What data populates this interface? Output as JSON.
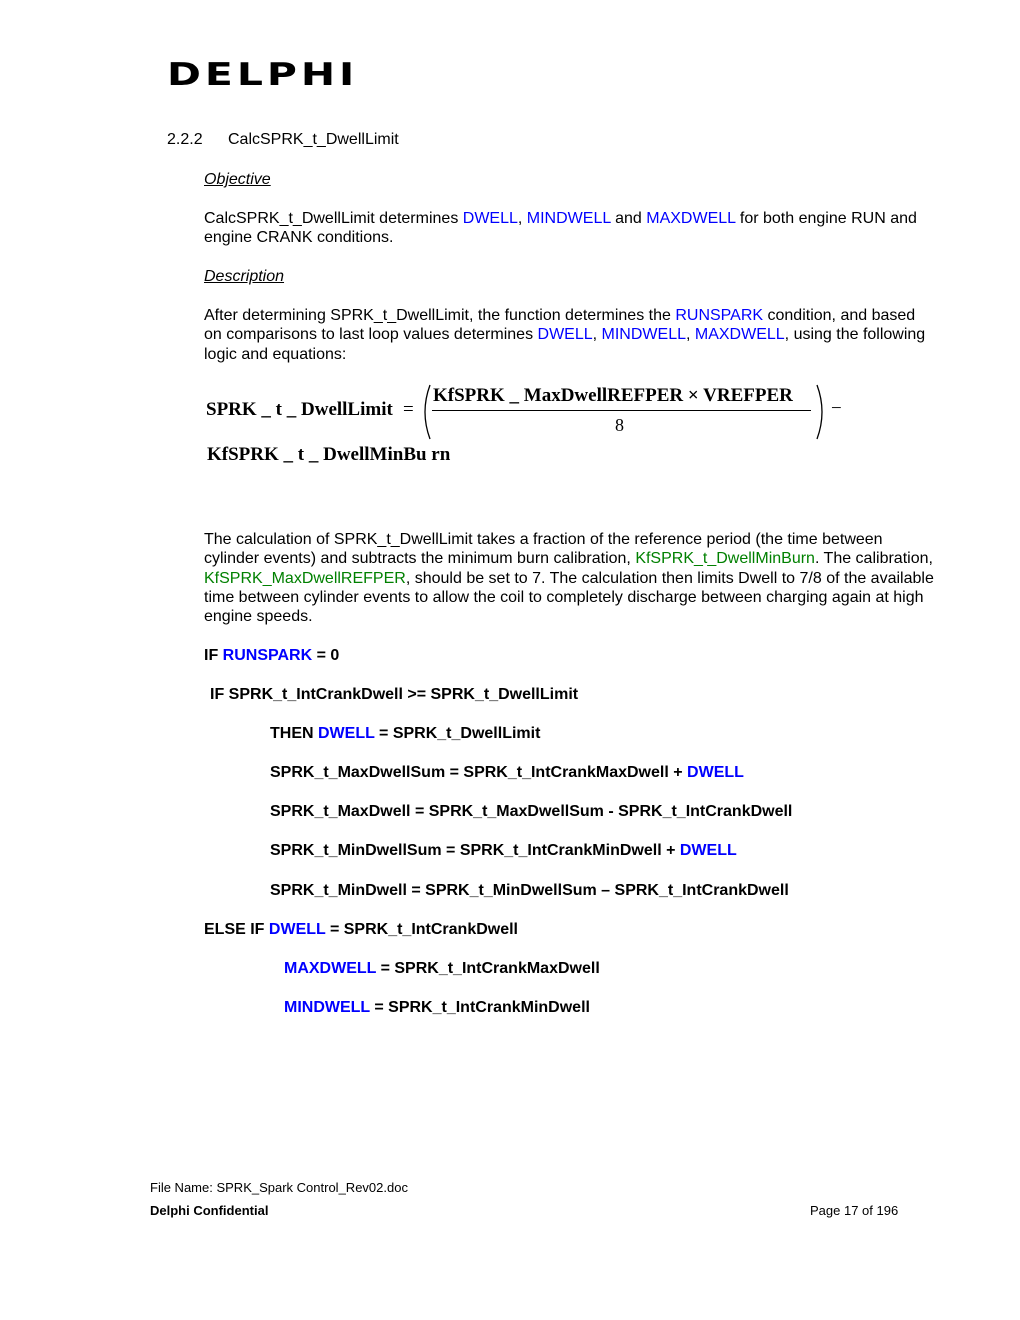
{
  "header": {
    "logo_text": "DELPHI"
  },
  "section": {
    "number": "2.2.2",
    "title": "CalcSPRK_t_DwellLimit"
  },
  "objective": {
    "heading": "Objective",
    "text_before": "CalcSPRK_t_DwellLimit determines ",
    "dwell": "DWELL",
    "comma": ", ",
    "mindwell": "MINDWELL",
    "and": " and ",
    "maxdwell": "MAXDWELL",
    "text_after": " for both engine RUN and engine CRANK conditions."
  },
  "description": {
    "heading": "Description",
    "p1_a": "After determining SPRK_t_DwellLimit, the function determines the ",
    "runspark": "RUNSPARK",
    "p1_b": " condition, and based on comparisons to last loop values determines ",
    "dwell": "DWELL",
    "c1": ", ",
    "mindwell": "MINDWELL",
    "c2": ", ",
    "maxdwell": "MAXDWELL",
    "p1_c": ", using the following logic and equations:"
  },
  "equation": {
    "lhs": "SPRK _ t _ DwellLimit",
    "equals": "=",
    "numerator": "KfSPRK _ MaxDwellREFPER × VREFPER",
    "denominator": "8",
    "minus": "−",
    "second_line": "KfSPRK _ t _ DwellMinBu rn"
  },
  "calc_paragraph": {
    "a": "The calculation of SPRK_t_DwellLimit takes a fraction of the reference period (the time between cylinder events) and subtracts the minimum burn calibration, ",
    "cal1": "KfSPRK_t_DwellMinBurn",
    "b": ".  The calibration, ",
    "cal2": "KfSPRK_MaxDwellREFPER",
    "c": ", should be set to 7.  The calculation then limits Dwell to 7/8 of the available time between cylinder events to allow the coil to completely discharge between charging again at high engine speeds."
  },
  "logic": {
    "l1_a": "IF ",
    "l1_var": "RUNSPARK",
    "l1_b": " = 0",
    "l2": "IF SPRK_t_IntCrankDwell >= SPRK_t_DwellLimit",
    "l3_a": "THEN ",
    "l3_var": "DWELL",
    "l3_b": " = SPRK_t_DwellLimit",
    "l4_a": "SPRK_t_MaxDwellSum = SPRK_t_IntCrankMaxDwell + ",
    "l4_var": "DWELL",
    "l5": "SPRK_t_MaxDwell = SPRK_t_MaxDwellSum - SPRK_t_IntCrankDwell",
    "l6_a": "SPRK_t_MinDwellSum = SPRK_t_IntCrankMinDwell + ",
    "l6_var": "DWELL",
    "l7": "SPRK_t_MinDwell = SPRK_t_MinDwellSum – SPRK_t_IntCrankDwell",
    "l8_a": "ELSE IF ",
    "l8_var": "DWELL",
    "l8_b": " = SPRK_t_IntCrankDwell",
    "l9_var": "MAXDWELL",
    "l9_b": " = SPRK_t_IntCrankMaxDwell",
    "l10_var": "MINDWELL",
    "l10_b": " = SPRK_t_IntCrankMinDwell"
  },
  "footer": {
    "file_name": "File Name: SPRK_Spark Control_Rev02.doc",
    "confidential": "Delphi Confidential",
    "page": "Page 17 of 196"
  },
  "colors": {
    "link_blue": "#0000ff",
    "calibration_green": "#008000"
  }
}
